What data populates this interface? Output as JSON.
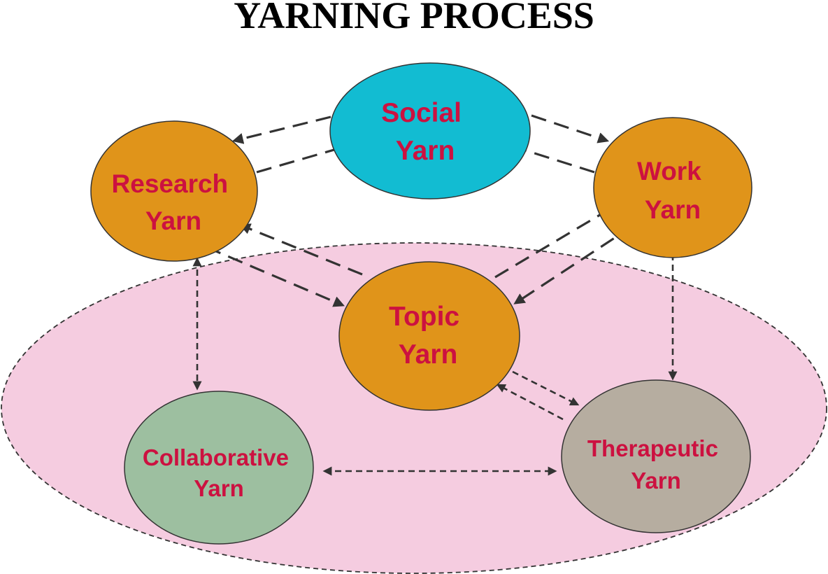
{
  "title": "YARNING PROCESS",
  "colors": {
    "social": "#12bcd2",
    "orange": "#e0941a",
    "collaborative": "#9dbfa0",
    "therapeutic": "#b6ada0",
    "region": "#f5cce0",
    "label": "#cc1140",
    "arrow": "#333333"
  },
  "nodes": {
    "social": {
      "line1": "Social",
      "line2": "Yarn"
    },
    "research": {
      "line1": "Research",
      "line2": "Yarn"
    },
    "work": {
      "line1": "Work",
      "line2": "Yarn"
    },
    "topic": {
      "line1": "Topic",
      "line2": "Yarn"
    },
    "collaborative": {
      "line1": "Collaborative",
      "line2": "Yarn"
    },
    "therapeutic": {
      "line1": "Therapeutic",
      "line2": "Yarn"
    }
  },
  "edges": [
    {
      "from": "social",
      "to": "research"
    },
    {
      "from": "research",
      "to": "social"
    },
    {
      "from": "social",
      "to": "work"
    },
    {
      "from": "work",
      "to": "social"
    },
    {
      "from": "research",
      "to": "topic"
    },
    {
      "from": "topic",
      "to": "research"
    },
    {
      "from": "topic",
      "to": "work"
    },
    {
      "from": "work",
      "to": "topic"
    },
    {
      "from": "topic",
      "to": "therapeutic"
    },
    {
      "from": "therapeutic",
      "to": "topic"
    },
    {
      "from": "research",
      "to": "collaborative",
      "bidirectional": true
    },
    {
      "from": "work",
      "to": "therapeutic",
      "bidirectional": true
    },
    {
      "from": "collaborative",
      "to": "therapeutic",
      "bidirectional": true
    }
  ]
}
